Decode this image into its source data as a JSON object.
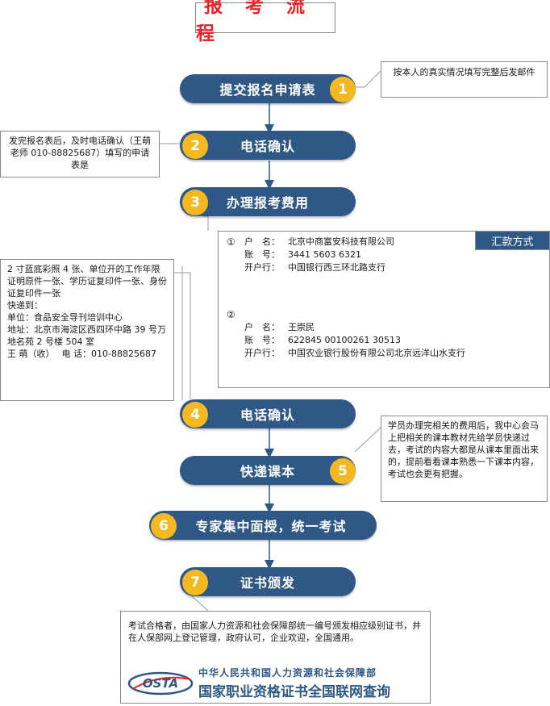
{
  "title": "报 考 流 程",
  "steps": [
    {
      "label": "提交报名申请表",
      "num": "1"
    },
    {
      "label": "电话确认",
      "num": "2"
    },
    {
      "label": "办理报考费用",
      "num": "3"
    },
    {
      "label": "电话确认",
      "num": "4"
    },
    {
      "label": "快递课本",
      "num": "5"
    },
    {
      "label": "专家集中面授，统一考试",
      "num": "6"
    },
    {
      "label": "证书颁发",
      "num": "7"
    }
  ],
  "notes": {
    "step1": "按本人的真实情况填写完整后发邮件",
    "step2": "发完报名表后，及时电话确认（王萌老师 010-88825687）填写的申请表是",
    "materials": "2 寸蓝底彩照 4 张、单位开的工作年限证明原件一张、学历证复印件一张、身份证复印件一张\n快递到：\n单位：食品安全导刊培训中心\n地址：北京市海淀区西四环中路 39 号万地名苑 2 号楼 504 室\n王 萌（收）　 电 话：010-88825687",
    "step5": "学员办理完相关的费用后，我中心会马上把相关的课本教材先给学员快递过去，考试的内容大都是从课本里面出来的，提前看看课本熟悉一下课本内容，考试也会更有把握。"
  },
  "payment": {
    "tag": "汇款方式",
    "accounts": [
      {
        "marker": "①",
        "name_label": "户　名：",
        "name": "北京中商富安科技有限公司",
        "no_label": "账　号：",
        "no": "3441 5603 6321",
        "bank_label": "开户行：",
        "bank": "中国银行西三环北路支行"
      },
      {
        "marker": "②",
        "name_label": "户　名：",
        "name": "王崇民",
        "no_label": "账　号：",
        "no": "622845 00100261 30513",
        "bank_label": "开户行：",
        "bank": "中国农业银行股份有限公司北京远洋山水支行"
      }
    ]
  },
  "certificate": {
    "text": "考试合格者，由国家人力资源和社会保障部统一编号颁发相应级别证书，并在人保部网上登记管理，政府认可，企业欢迎，全国通用。",
    "logo": "OSTA",
    "line1": "中华人民共和国人力资源和社会保障部",
    "line2": "国家职业资格证书全国联网查询"
  },
  "colors": {
    "pill": "#2f5887",
    "badge": "#f5b821",
    "title": "#e8242b"
  }
}
